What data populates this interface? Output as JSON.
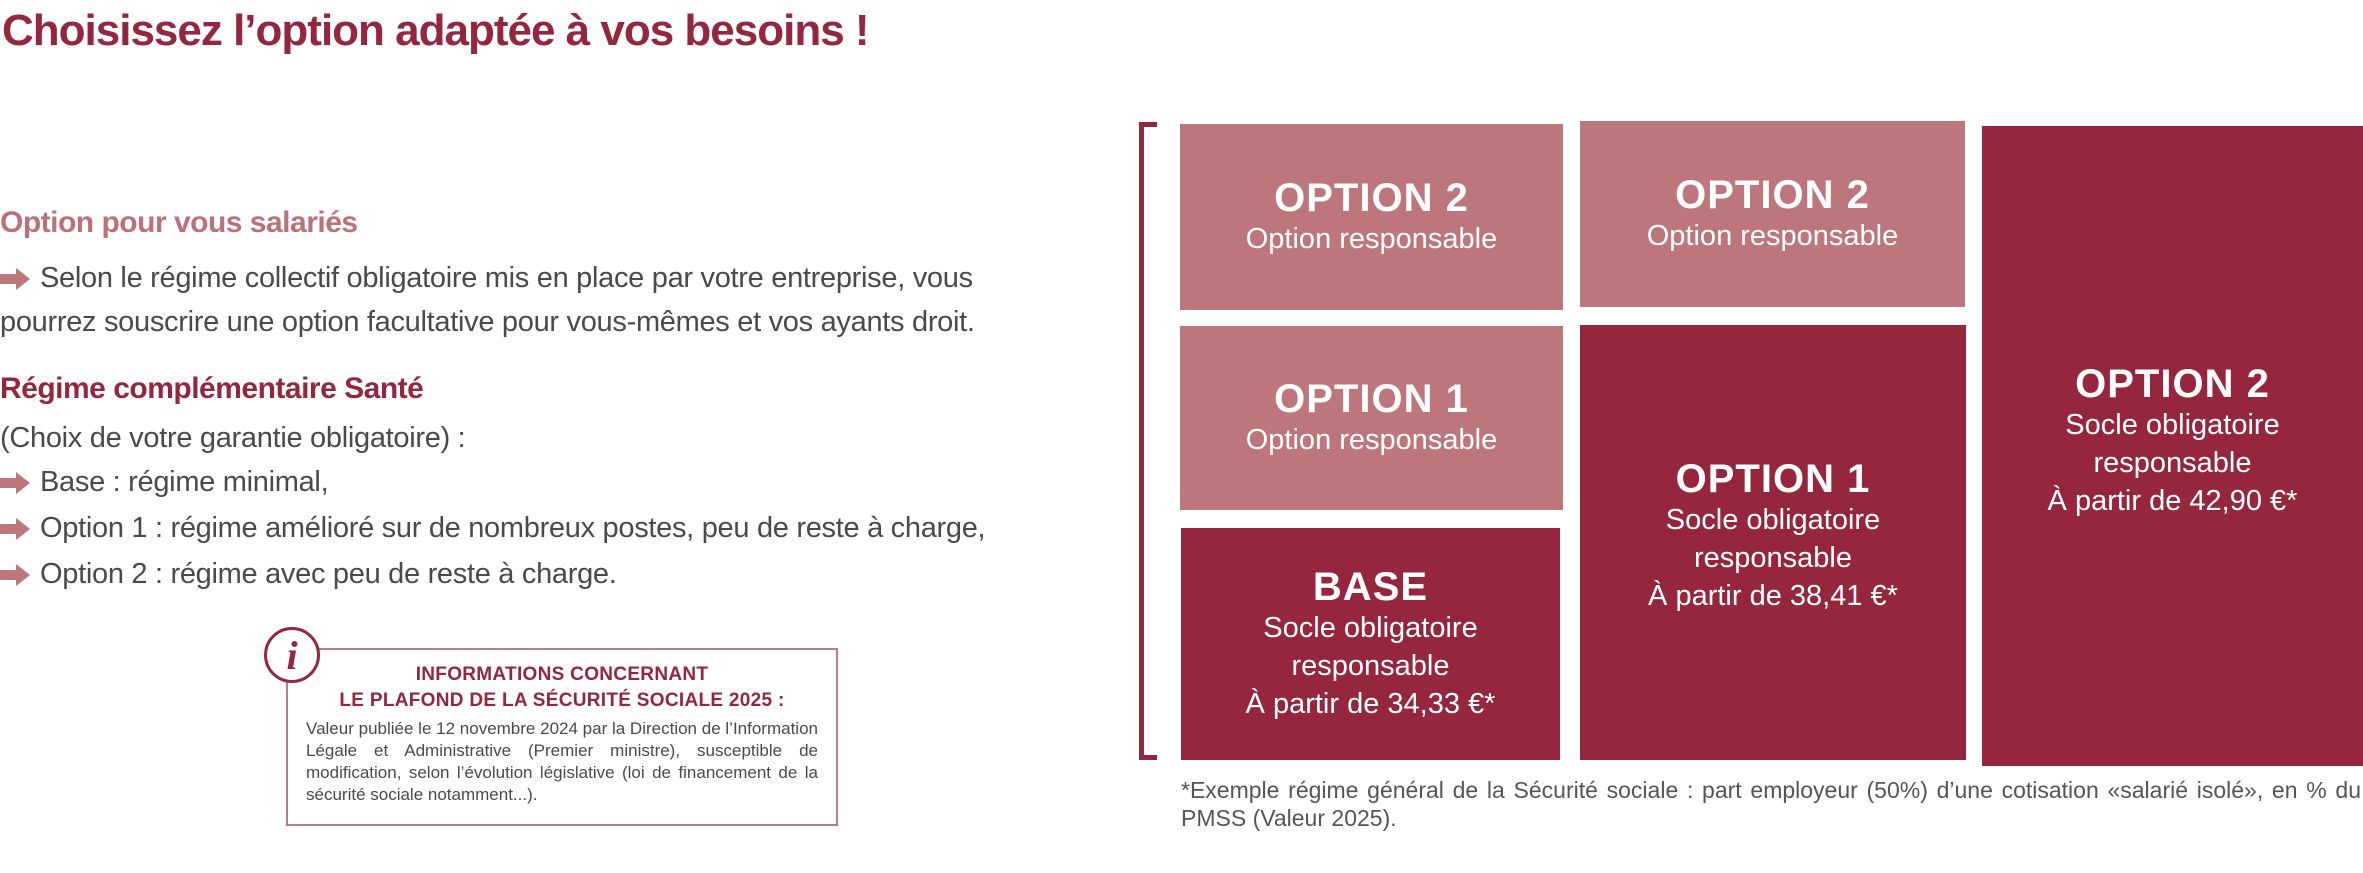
{
  "title": "Choisissez l’option adaptée à vos besoins !",
  "colors": {
    "dark": "#95263d",
    "light": "#bd767c",
    "text": "#4a4a4a"
  },
  "left": {
    "section1": {
      "heading": "Option pour vous salariés",
      "paragraph_line1": "Selon le régime collectif obligatoire mis en place par votre entreprise, vous",
      "paragraph_line2": "pourrez souscrire une option facultative pour vous-mêmes et vos ayants droit."
    },
    "section2": {
      "heading": "Régime complémentaire Santé",
      "intro": "(Choix de votre garantie obligatoire) :",
      "bullets": [
        "Base : régime minimal,",
        "Option 1 : régime amélioré sur de nombreux postes, peu de reste à charge,",
        "Option 2 : régime avec peu de reste à charge."
      ]
    },
    "infobox": {
      "icon": "info-icon",
      "title_line1": "INFORMATIONS CONCERNANT",
      "title_line2": "LE PLAFOND DE LA SÉCURITÉ SOCIALE 2025 :",
      "body": "Valeur publiée le 12 novembre 2024 par la Direction de l’Information Légale et Administrative (Premier ministre), susceptible de modification, selon l’évolution législative (loi de financement de la sécurité sociale notamment...)."
    }
  },
  "options": {
    "col1": [
      {
        "name": "OPTION 2",
        "lines": [
          "Option responsable"
        ]
      },
      {
        "name": "OPTION 1",
        "lines": [
          "Option responsable"
        ]
      },
      {
        "name": "BASE",
        "lines": [
          "Socle obligatoire",
          "responsable",
          "À partir de 34,33 €*"
        ]
      }
    ],
    "col2": [
      {
        "name": "OPTION 2",
        "lines": [
          "Option responsable"
        ]
      },
      {
        "name": "OPTION 1",
        "lines": [
          "Socle obligatoire",
          "responsable",
          "À partir de 38,41 €*"
        ]
      }
    ],
    "col3": [
      {
        "name": "OPTION 2",
        "lines": [
          "Socle obligatoire",
          "responsable",
          "À partir de 42,90 €*"
        ]
      }
    ]
  },
  "footnote": "*Exemple régime général de la Sécurité sociale : part employeur (50%) d’une cotisation «salarié isolé», en % du PMSS (Valeur 2025)."
}
